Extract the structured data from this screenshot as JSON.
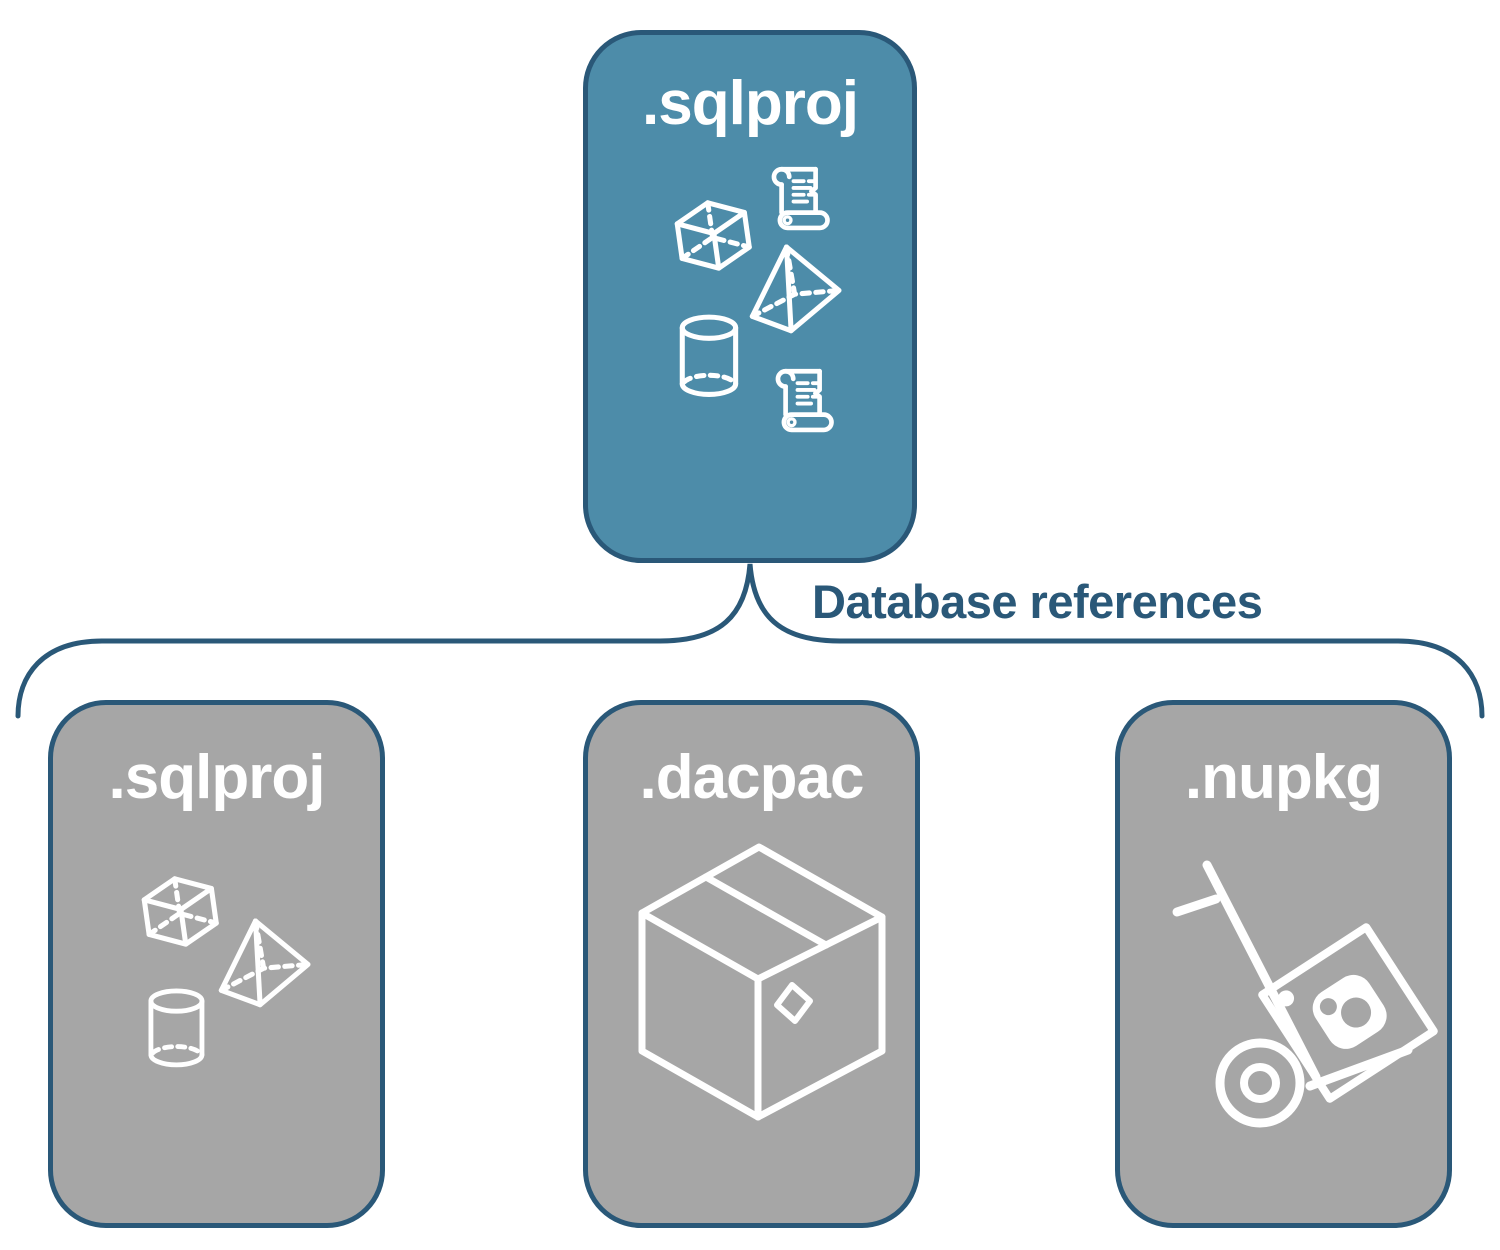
{
  "colors": {
    "line_navy": "#2a5878",
    "accent_blue": "#4d8ca9",
    "card_gray": "#a6a6a6",
    "icon_white": "#ffffff"
  },
  "source_card": {
    "title": ".sqlproj",
    "icons": [
      "script-scroll-icon",
      "cube-icon",
      "pyramid-icon",
      "database-cylinder-icon",
      "script-scroll-icon"
    ]
  },
  "connector": {
    "label": "Database references"
  },
  "target_cards": [
    {
      "title": ".sqlproj",
      "icons": [
        "cube-icon",
        "pyramid-icon",
        "database-cylinder-icon"
      ]
    },
    {
      "title": ".dacpac",
      "icons": [
        "package-box-icon"
      ]
    },
    {
      "title": ".nupkg",
      "icons": [
        "hand-truck-icon",
        "nuget-package-logo"
      ]
    }
  ]
}
